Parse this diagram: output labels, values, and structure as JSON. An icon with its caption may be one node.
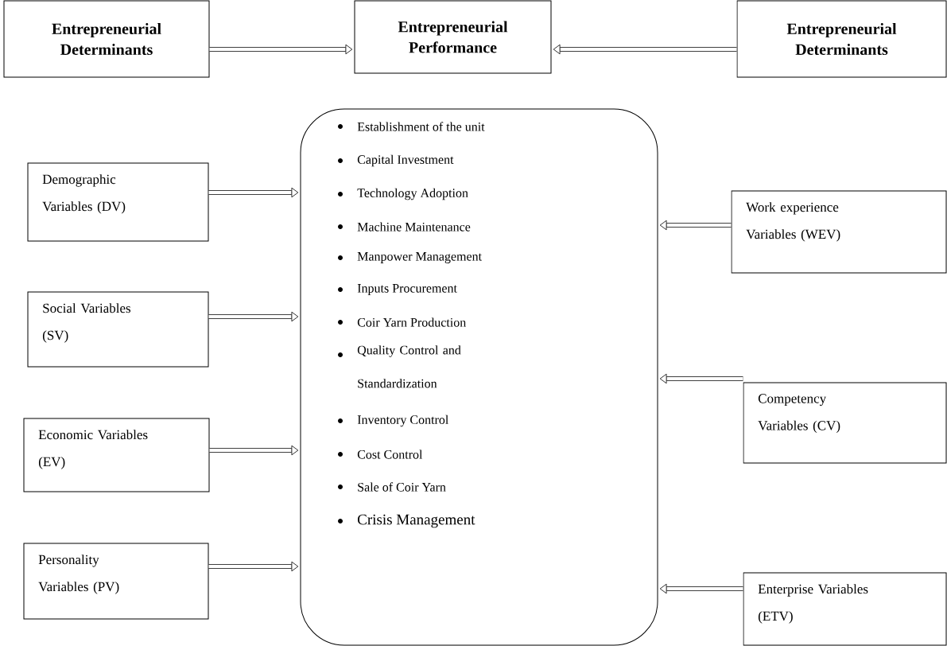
{
  "diagram": {
    "nodes": [
      {
        "text": [
          "Entrepreneurial Determinants"
        ]
      },
      {
        "text": [
          "Entrepreneurial Performance"
        ]
      },
      {
        "text": [
          "Entrepreneurial Determinants"
        ]
      },
      {
        "text": [
          "Establishment of the unit",
          "Capital Investment",
          "Technology  Adoption",
          "Machine Maintenance",
          "Manpower Management",
          "Inputs Procurement",
          "Coir Yarn Production",
          "Quality Control and Standardization",
          "Inventory Control",
          "Cost Control",
          "Sale of Coir Yarn",
          "Crisis Management"
        ]
      },
      {
        "text": [
          "Demographic Variables (DV)"
        ]
      },
      {
        "text": [
          "Social Variables (SV)"
        ]
      },
      {
        "text": [
          "Economic Variables (EV)"
        ]
      },
      {
        "text": [
          "Personality Variables (PV)"
        ]
      },
      {
        "text": [
          "Work experience Variables (WEV)"
        ]
      },
      {
        "text": [
          "Competency Variables (CV)"
        ]
      },
      {
        "text": [
          "Enterprise Variables (ETV)"
        ]
      }
    ],
    "edges": [
      {
        "from": 0,
        "to": 1,
        "arrow": "to"
      },
      {
        "from": 2,
        "to": 1,
        "arrow": "to"
      },
      {
        "from": 4,
        "to": 3,
        "arrow": "to"
      },
      {
        "from": 5,
        "to": 3,
        "arrow": "to"
      },
      {
        "from": 6,
        "to": 3,
        "arrow": "to"
      },
      {
        "from": 7,
        "to": 3,
        "arrow": "to"
      },
      {
        "from": 8,
        "to": 3,
        "arrow": "to"
      },
      {
        "from": 9,
        "to": 3,
        "arrow": "to"
      },
      {
        "from": 10,
        "to": 3,
        "arrow": "to"
      }
    ]
  }
}
